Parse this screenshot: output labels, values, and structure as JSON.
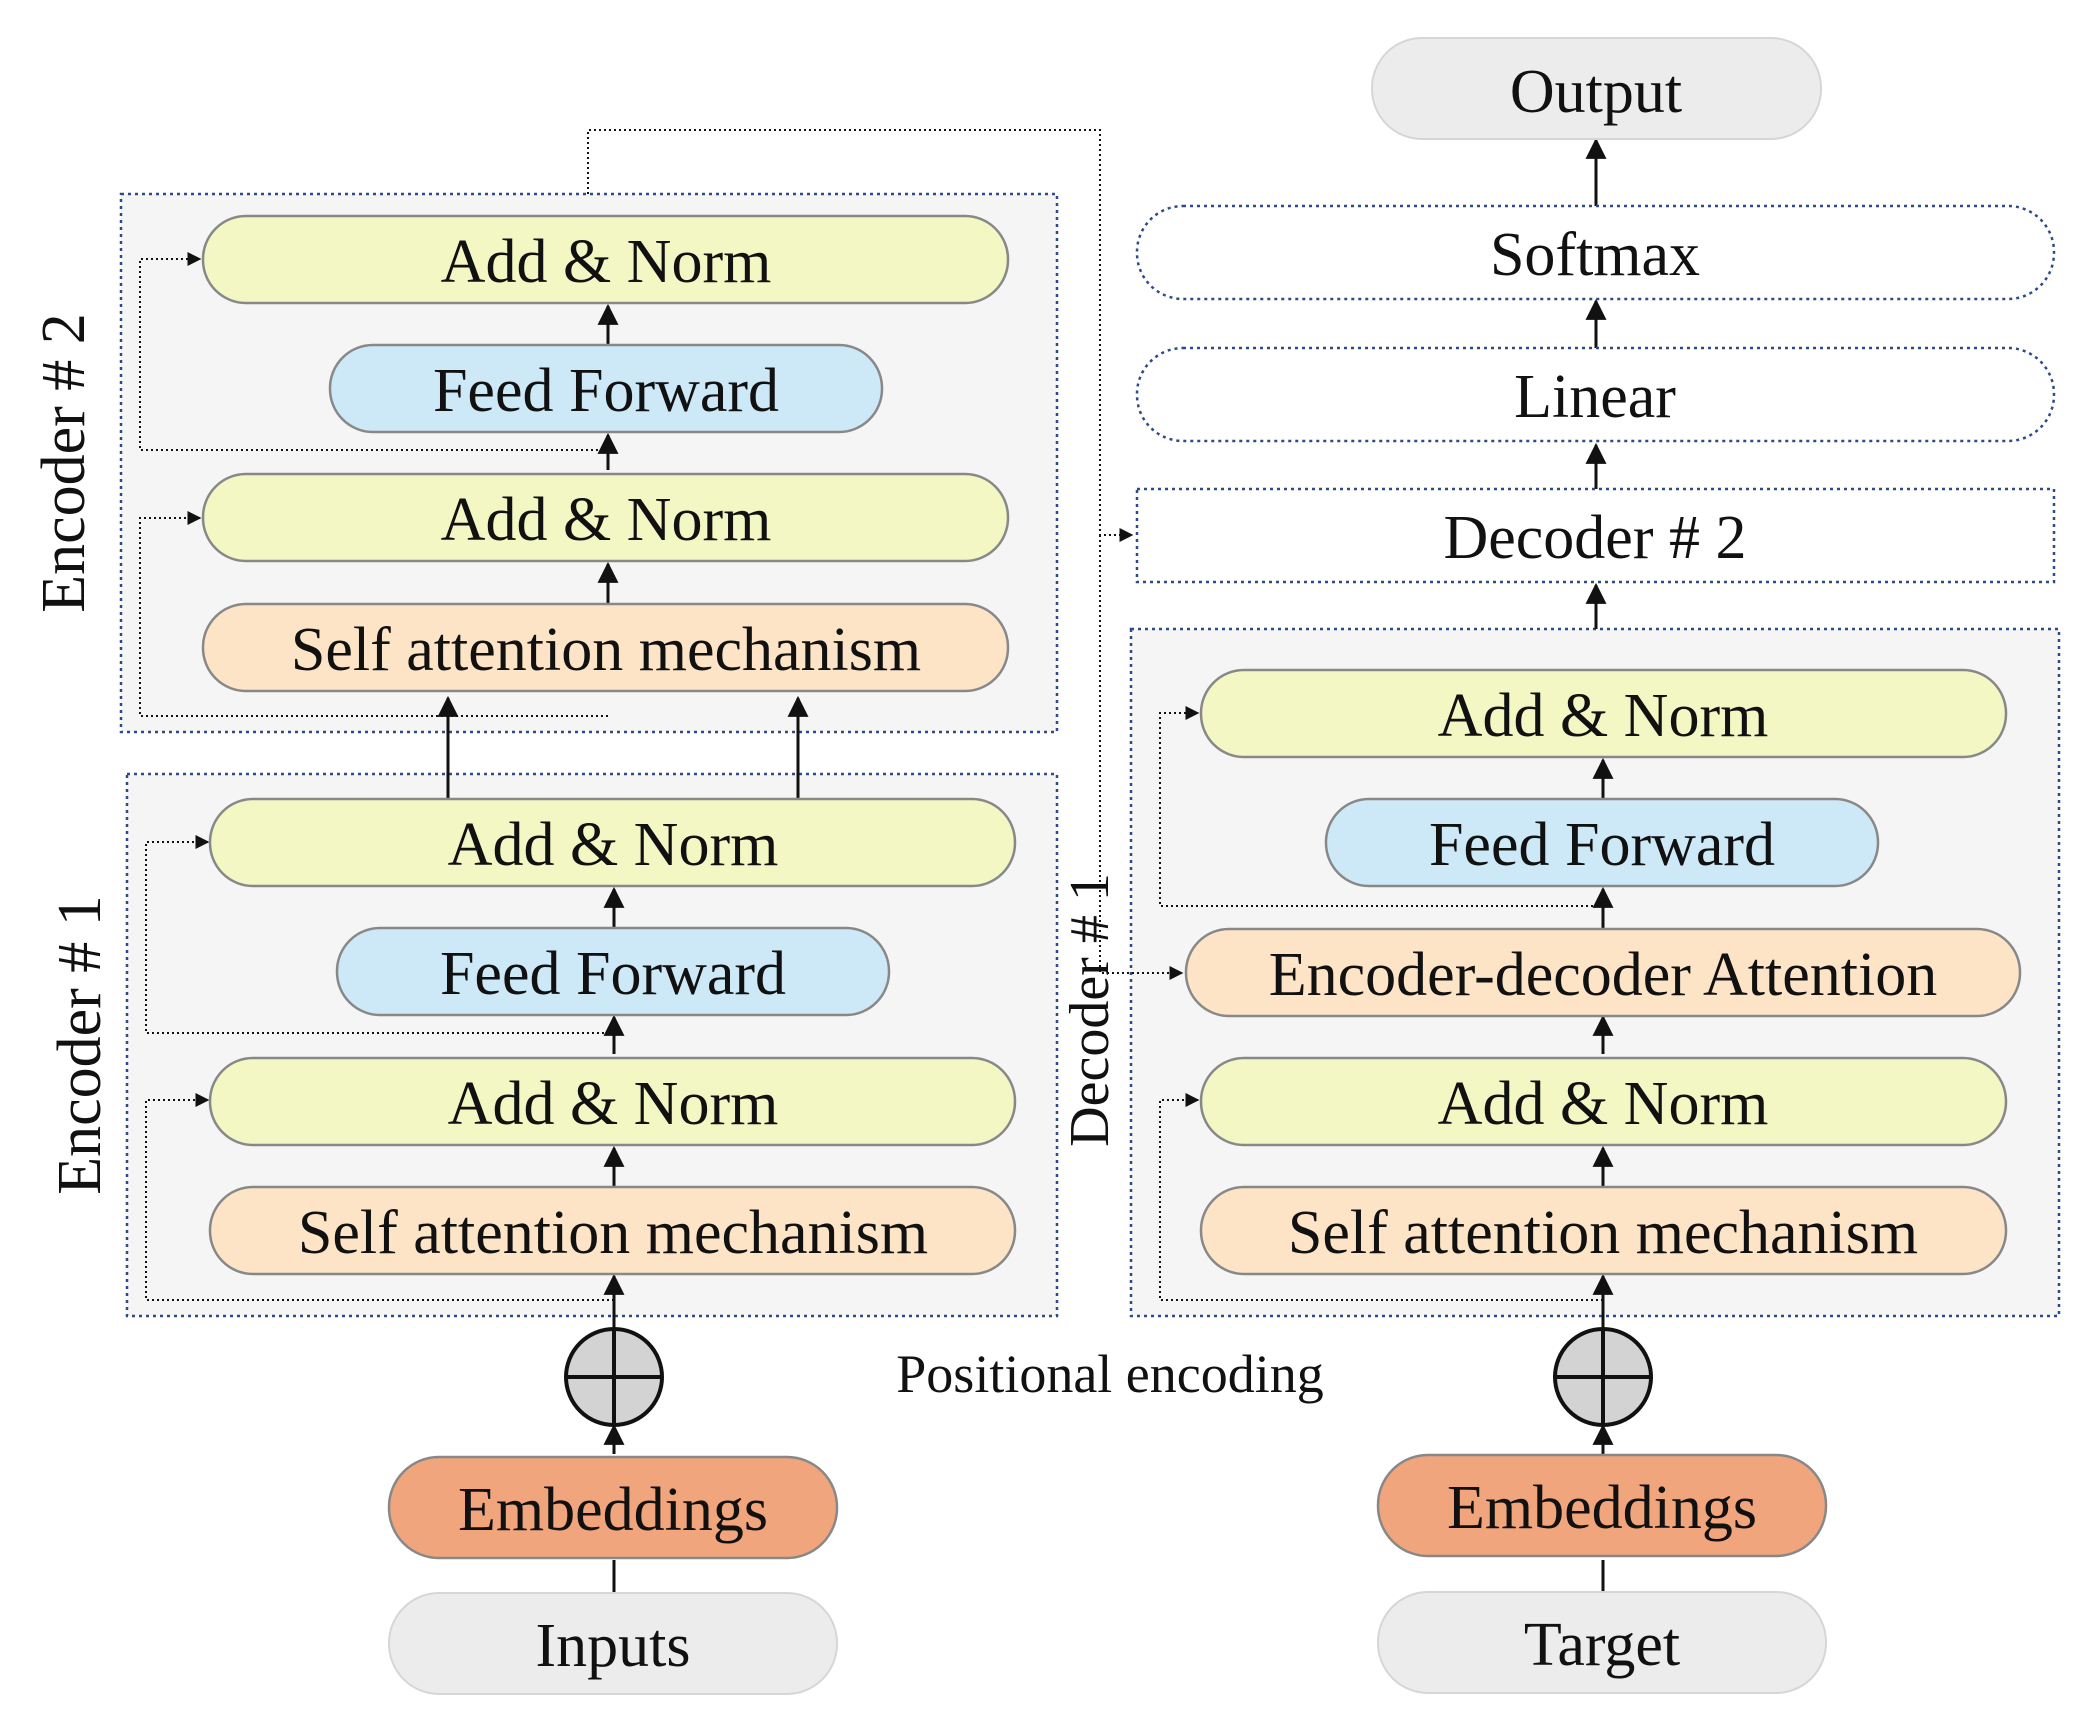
{
  "encoder1": {
    "title": "Encoder # 1",
    "add_norm_top": "Add & Norm",
    "feed_forward": "Feed Forward",
    "add_norm_bottom": "Add & Norm",
    "self_attention": "Self attention mechanism"
  },
  "encoder2": {
    "title": "Encoder # 2",
    "add_norm_top": "Add & Norm",
    "feed_forward": "Feed Forward",
    "add_norm_bottom": "Add & Norm",
    "self_attention": "Self attention mechanism"
  },
  "decoder1": {
    "title": "Decoder # 1",
    "add_norm_top": "Add & Norm",
    "feed_forward": "Feed Forward",
    "enc_dec_attention": "Encoder-decoder Attention",
    "add_norm_bottom": "Add & Norm",
    "self_attention": "Self attention mechanism"
  },
  "decoder2": {
    "label": "Decoder # 2"
  },
  "head": {
    "linear": "Linear",
    "softmax": "Softmax",
    "output": "Output"
  },
  "positional_encoding": "Positional encoding",
  "input_side": {
    "embeddings": "Embeddings",
    "inputs": "Inputs"
  },
  "target_side": {
    "embeddings": "Embeddings",
    "target": "Target"
  },
  "colors": {
    "add_norm": "#f3f7c3",
    "feed_forward": "#cde9f7",
    "attention": "#fde4c7",
    "embeddings": "#f1a57c",
    "io": "#ececec",
    "block_bg": "#f5f5f5",
    "dotted_border": "#2f4a8a",
    "pos_enc_fill": "#d3d3d3"
  }
}
